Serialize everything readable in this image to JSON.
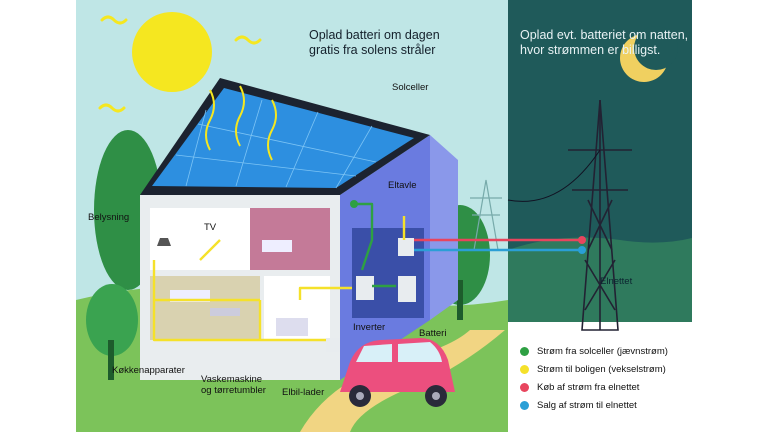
{
  "captions": {
    "day": [
      "Oplad batteri om dagen",
      "gratis fra solens stråler"
    ],
    "night": [
      "Oplad evt. batteriet om natten,",
      "hvor strømmen er billigst."
    ]
  },
  "labels": {
    "solar": "Solceller",
    "switchboard": "Eltavle",
    "lighting": "Belysning",
    "tv": "TV",
    "kitchen": "Køkkenapparater",
    "washer_line1": "Vaskemaskine",
    "washer_line2": "og tørretumbler",
    "ev_charger": "Elbil-lader",
    "inverter": "Inverter",
    "battery": "Batteri",
    "grid": "Elnettet"
  },
  "legend": [
    {
      "label": "Strøm fra solceller (jævnstrøm)",
      "color": "#2ea043"
    },
    {
      "label": "Strøm til boligen (vekselstrøm)",
      "color": "#f5e12a"
    },
    {
      "label": "Køb af strøm fra elnettet",
      "color": "#e8455e"
    },
    {
      "label": "Salg af strøm til elnettet",
      "color": "#2a9fd6"
    }
  ],
  "colors": {
    "sky_day": "#bfe6e6",
    "sky_night": "#1f5a5a",
    "sun": "#f5e720",
    "moon": "#f0d060",
    "solar_panel": "#2d8fe0",
    "car": "#ec4f7e"
  }
}
